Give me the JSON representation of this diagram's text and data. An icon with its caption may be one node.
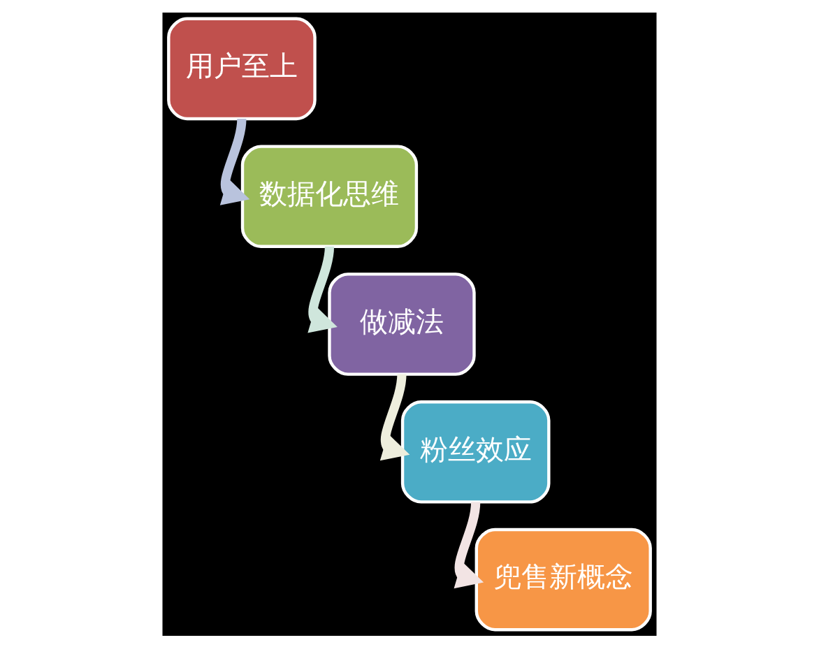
{
  "diagram": {
    "nodes": [
      {
        "text": [
          "用户至上"
        ]
      },
      {
        "text": [
          "数据化思维"
        ]
      },
      {
        "text": [
          "做减法"
        ]
      },
      {
        "text": [
          "粉丝效应"
        ]
      },
      {
        "text": [
          "兜售新概念"
        ]
      }
    ],
    "edges": [
      {
        "from": 0,
        "to": 1,
        "arrow": "to",
        "color": "#b9c3dd"
      },
      {
        "from": 1,
        "to": 2,
        "arrow": "to",
        "color": "#cfe6dc"
      },
      {
        "from": 2,
        "to": 3,
        "arrow": "to",
        "color": "#eeeedd"
      },
      {
        "from": 3,
        "to": 4,
        "arrow": "to",
        "color": "#f2e4e4"
      }
    ]
  }
}
